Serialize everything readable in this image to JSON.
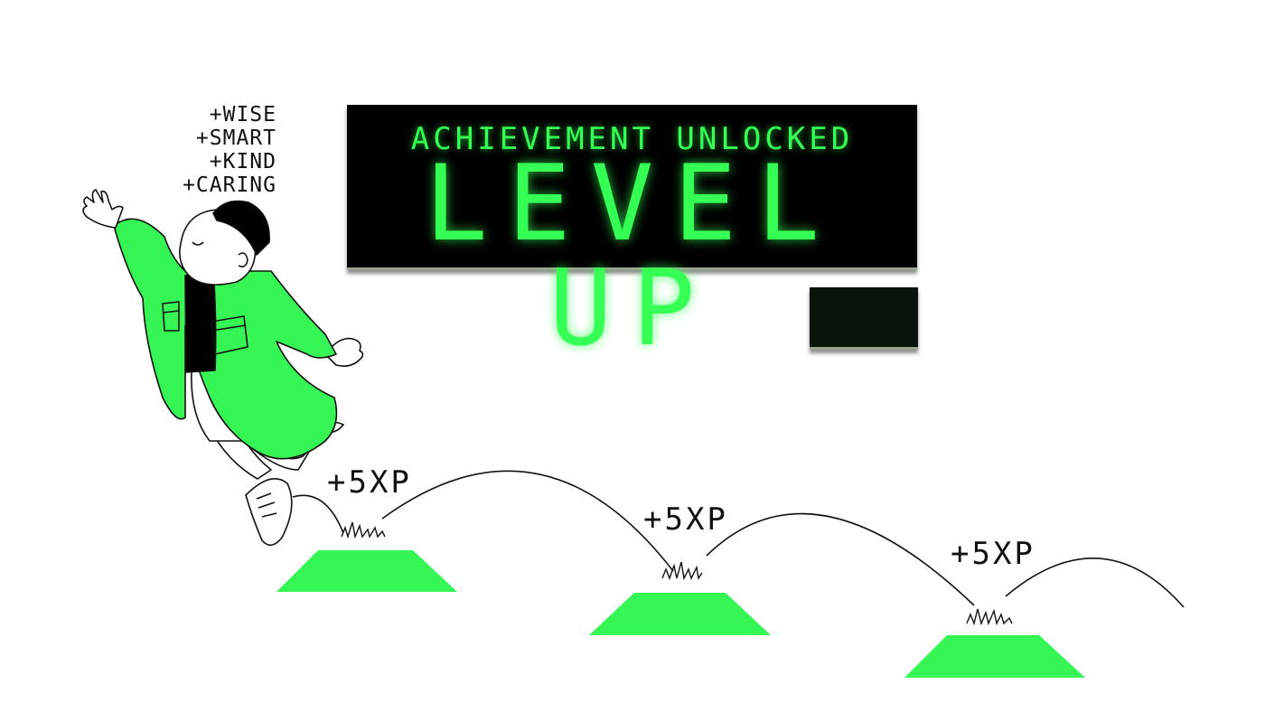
{
  "display": {
    "subtitle": "ACHIEVEMENT UNLOCKED",
    "title": "LEVEL UP"
  },
  "traits": [
    "+WISE",
    "+SMART",
    "+KIND",
    "+CARING"
  ],
  "xp_labels": [
    "+5XP",
    "+5XP",
    "+5XP"
  ],
  "colors": {
    "accent_green": "#35ff55",
    "display_bg": "#000000",
    "ink": "#111111"
  }
}
